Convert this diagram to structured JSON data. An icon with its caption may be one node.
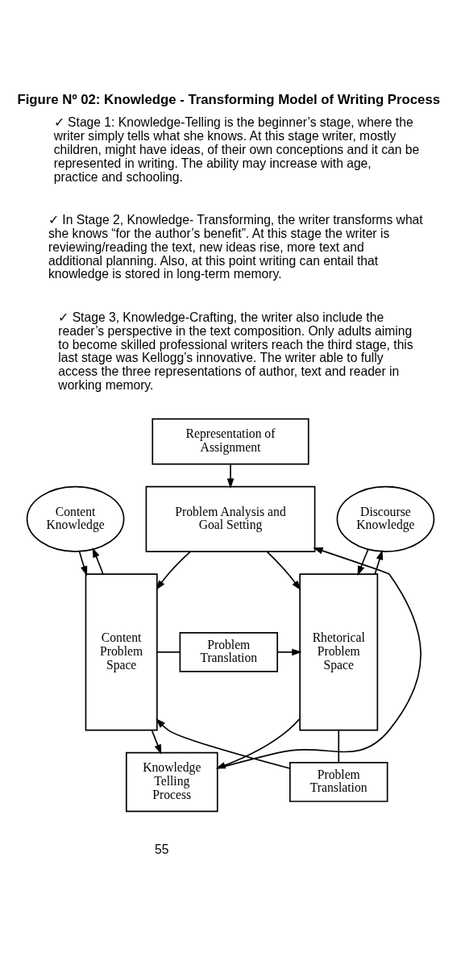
{
  "diagram": {
    "title": "Figure Nº 02: Knowledge - Transforming Model of Writing Process",
    "nodes": [
      {
        "text": [
          "Representation of Assignment"
        ]
      },
      {
        "text": [
          "Problem Analysis and Goal Setting"
        ]
      },
      {
        "text": [
          "Content Knowledge"
        ]
      },
      {
        "text": [
          "Discourse Knowledge"
        ]
      },
      {
        "text": [
          "Content Problem Space"
        ]
      },
      {
        "text": [
          "Problem Translation"
        ]
      },
      {
        "text": [
          "Rhetorical Problem Space"
        ]
      },
      {
        "text": [
          "Problem Translation"
        ]
      },
      {
        "text": [
          "Knowledge Telling Process"
        ]
      }
    ],
    "edges": [
      {
        "from": 0,
        "to": 1,
        "arrow": "to"
      },
      {
        "from": 1,
        "to": 4,
        "arrow": "to"
      },
      {
        "from": 1,
        "to": 6,
        "arrow": "to"
      },
      {
        "from": 2,
        "to": 4,
        "arrow": "to"
      },
      {
        "from": 4,
        "to": 2,
        "arrow": "to"
      },
      {
        "from": 3,
        "to": 6,
        "arrow": "to"
      },
      {
        "from": 6,
        "to": 3,
        "arrow": "to"
      },
      {
        "from": 4,
        "to": 5,
        "arrow": "none"
      },
      {
        "from": 5,
        "to": 6,
        "arrow": "to"
      },
      {
        "from": 6,
        "to": 7,
        "arrow": "none"
      },
      {
        "from": 7,
        "to": 4,
        "arrow": "to"
      },
      {
        "from": 4,
        "to": 8,
        "arrow": "to"
      },
      {
        "from": 6,
        "to": 8,
        "arrow": "to"
      },
      {
        "from": 8,
        "to": 1,
        "arrow": "to"
      }
    ],
    "labels": [
      "✓ Stage 1: Knowledge-Telling is the beginner’s stage, where the writer simply tells what she knows. At this stage writer, mostly children, might have ideas, of their own conceptions and it can be represented in writing. The ability may increase with age, practice and schooling.",
      "✓ In Stage 2, Knowledge- Transforming, the writer transforms what she knows “for the author’s benefit”. At this stage the writer is reviewing/reading the text, new ideas rise, more text and additional planning. Also, at this point writing can entail that knowledge is stored in long-term memory.",
      "✓ Stage 3, Knowledge-Crafting, the writer also include the reader’s perspective in the text composition. Only adults aiming to become skilled professional writers reach the third stage, this last stage was Kellogg’s innovative. The writer able to fully access the three representations of author, text and reader in working memory.",
      "55"
    ]
  }
}
